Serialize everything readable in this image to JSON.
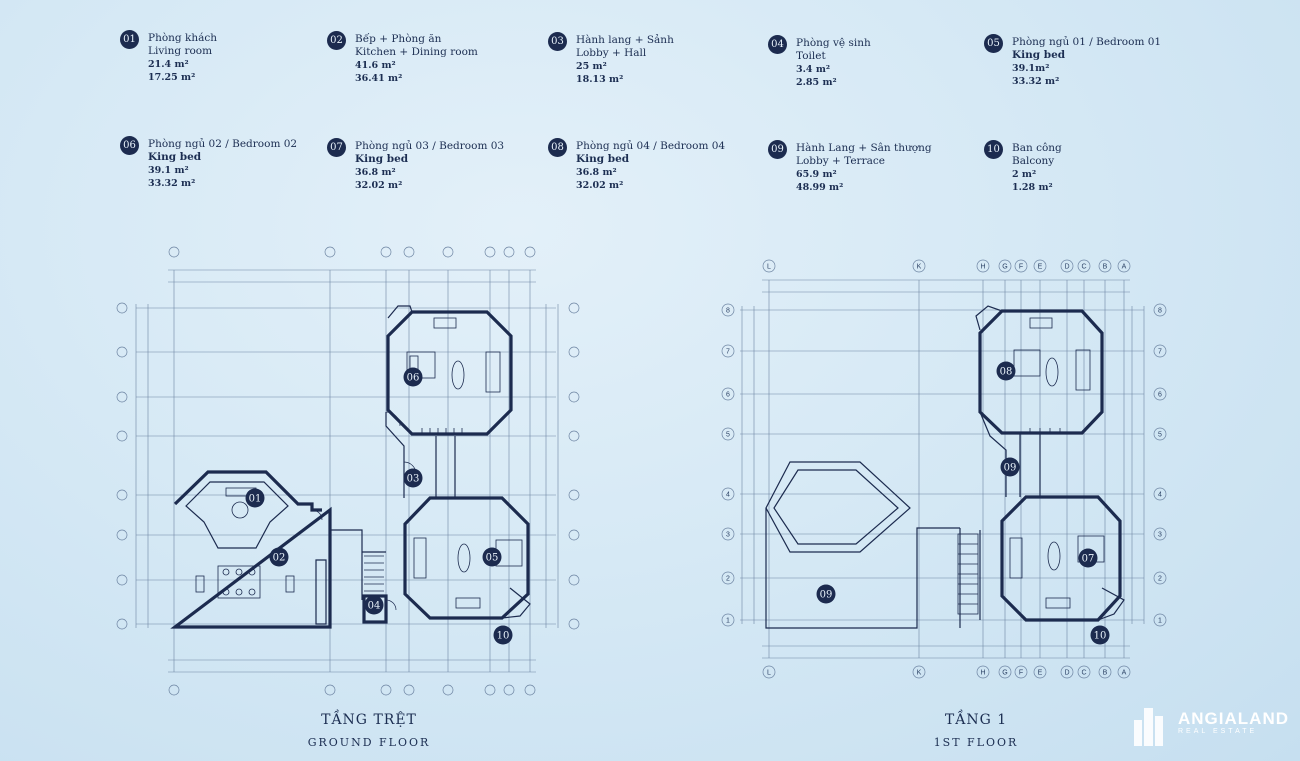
{
  "rooms": [
    {
      "num": "01",
      "vi": "Phòng khách",
      "en": "Living room",
      "bed": "",
      "area1": "21.4 m²",
      "area2": "17.25 m²"
    },
    {
      "num": "02",
      "vi": "Bếp + Phòng ăn",
      "en": "Kitchen + Dining room",
      "bed": "",
      "area1": "41.6 m²",
      "area2": "36.41 m²"
    },
    {
      "num": "03",
      "vi": "Hành lang + Sảnh",
      "en": "Lobby + Hall",
      "bed": "",
      "area1": "25 m²",
      "area2": "18.13 m²"
    },
    {
      "num": "04",
      "vi": "Phòng vệ sinh",
      "en": "Toilet",
      "bed": "",
      "area1": "3.4 m²",
      "area2": "2.85 m²"
    },
    {
      "num": "05",
      "vi": "Phòng ngủ 01 / Bedroom 01",
      "en": "",
      "bed": "King bed",
      "area1": "39.1m²",
      "area2": "33.32 m²"
    },
    {
      "num": "06",
      "vi": "Phòng ngủ 02 / Bedroom 02",
      "en": "",
      "bed": "King bed",
      "area1": "39.1 m²",
      "area2": "33.32 m²"
    },
    {
      "num": "07",
      "vi": "Phòng ngủ 03 / Bedroom 03",
      "en": "",
      "bed": "King bed",
      "area1": "36.8 m²",
      "area2": "32.02 m²"
    },
    {
      "num": "08",
      "vi": "Phòng ngủ 04 / Bedroom 04",
      "en": "",
      "bed": "King bed",
      "area1": "36.8 m²",
      "area2": "32.02 m²"
    },
    {
      "num": "09",
      "vi": "Hành Lang + Sân thượng",
      "en": "Lobby + Terrace",
      "bed": "",
      "area1": "65.9 m²",
      "area2": "48.99 m²"
    },
    {
      "num": "10",
      "vi": "Ban công",
      "en": "Balcony",
      "bed": "",
      "area1": "2 m²",
      "area2": "1.28 m²"
    }
  ],
  "ground_floor": {
    "title": "TẦNG TRỆT",
    "subtitle": "GROUND FLOOR",
    "markers": [
      "01",
      "02",
      "03",
      "04",
      "05",
      "06",
      "10"
    ]
  },
  "first_floor": {
    "title": "TẦNG 1",
    "subtitle": "1ST FLOOR",
    "markers": [
      "07",
      "08",
      "09",
      "09",
      "10"
    ]
  },
  "grid_axes": {
    "letters": [
      "L",
      "K",
      "H",
      "G",
      "F",
      "E",
      "D",
      "C",
      "B",
      "A"
    ],
    "numbers": [
      "8",
      "7",
      "6",
      "5",
      "4",
      "3",
      "2",
      "1"
    ]
  },
  "brand": {
    "name": "ANGIALAND",
    "tagline": "REAL ESTATE"
  },
  "colors": {
    "wall": "#1c2b4f",
    "line": "#5c7391",
    "badge": "#1c2b4f",
    "background": "#d6e9f5"
  }
}
